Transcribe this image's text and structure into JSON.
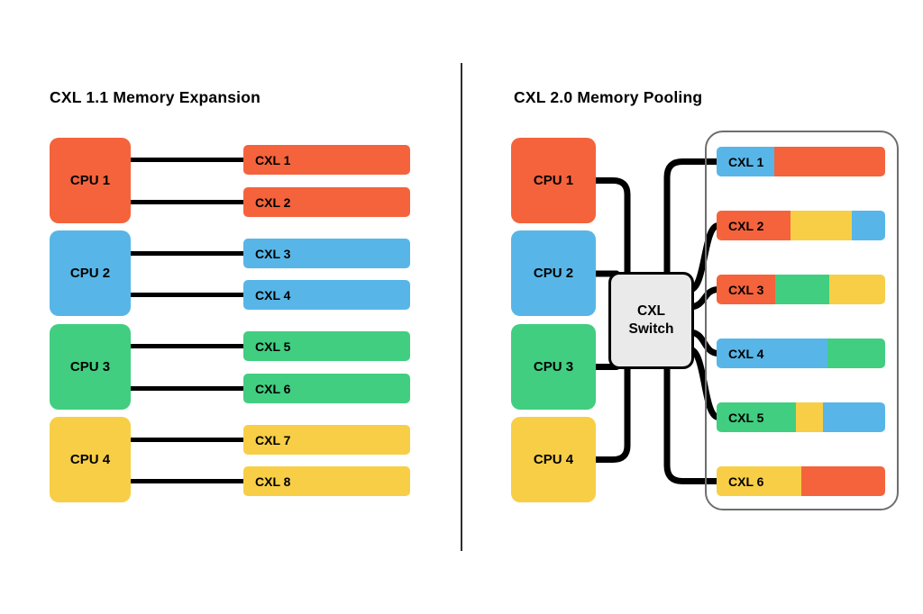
{
  "colors": {
    "orange": "#F4633C",
    "blue": "#57B6E7",
    "green": "#41CE80",
    "yellow": "#F7CE46",
    "line": "#000000",
    "switch_bg": "#EAEAEA",
    "switch_border": "#000000",
    "pool_border": "#6E6E6E",
    "divider": "#2E2E2E",
    "text": "#000000",
    "background": "#FFFFFF"
  },
  "left_panel": {
    "title": "CXL 1.1 Memory Expansion",
    "cpus": [
      {
        "label": "CPU 1",
        "color": "orange"
      },
      {
        "label": "CPU 2",
        "color": "blue"
      },
      {
        "label": "CPU 3",
        "color": "green"
      },
      {
        "label": "CPU 4",
        "color": "yellow"
      }
    ],
    "cxl_devices": [
      {
        "label": "CXL 1",
        "color": "orange"
      },
      {
        "label": "CXL 2",
        "color": "orange"
      },
      {
        "label": "CXL 3",
        "color": "blue"
      },
      {
        "label": "CXL 4",
        "color": "blue"
      },
      {
        "label": "CXL 5",
        "color": "green"
      },
      {
        "label": "CXL 6",
        "color": "green"
      },
      {
        "label": "CXL 7",
        "color": "yellow"
      },
      {
        "label": "CXL 8",
        "color": "yellow"
      }
    ]
  },
  "right_panel": {
    "title": "CXL 2.0 Memory Pooling",
    "switch_label": "CXL Switch",
    "cpus": [
      {
        "label": "CPU 1",
        "color": "orange"
      },
      {
        "label": "CPU 2",
        "color": "blue"
      },
      {
        "label": "CPU 3",
        "color": "green"
      },
      {
        "label": "CPU 4",
        "color": "yellow"
      }
    ],
    "cxl_devices": [
      {
        "label": "CXL 1",
        "segments": [
          {
            "color": "blue",
            "pct": 34
          },
          {
            "color": "orange",
            "pct": 66
          }
        ]
      },
      {
        "label": "CXL 2",
        "segments": [
          {
            "color": "orange",
            "pct": 44
          },
          {
            "color": "yellow",
            "pct": 36
          },
          {
            "color": "blue",
            "pct": 20
          }
        ]
      },
      {
        "label": "CXL 3",
        "segments": [
          {
            "color": "orange",
            "pct": 35
          },
          {
            "color": "green",
            "pct": 32
          },
          {
            "color": "yellow",
            "pct": 33
          }
        ]
      },
      {
        "label": "CXL 4",
        "segments": [
          {
            "color": "blue",
            "pct": 66
          },
          {
            "color": "green",
            "pct": 34
          }
        ]
      },
      {
        "label": "CXL 5",
        "segments": [
          {
            "color": "green",
            "pct": 47
          },
          {
            "color": "yellow",
            "pct": 16
          },
          {
            "color": "blue",
            "pct": 37
          }
        ]
      },
      {
        "label": "CXL 6",
        "segments": [
          {
            "color": "yellow",
            "pct": 50
          },
          {
            "color": "orange",
            "pct": 50
          }
        ]
      }
    ]
  }
}
